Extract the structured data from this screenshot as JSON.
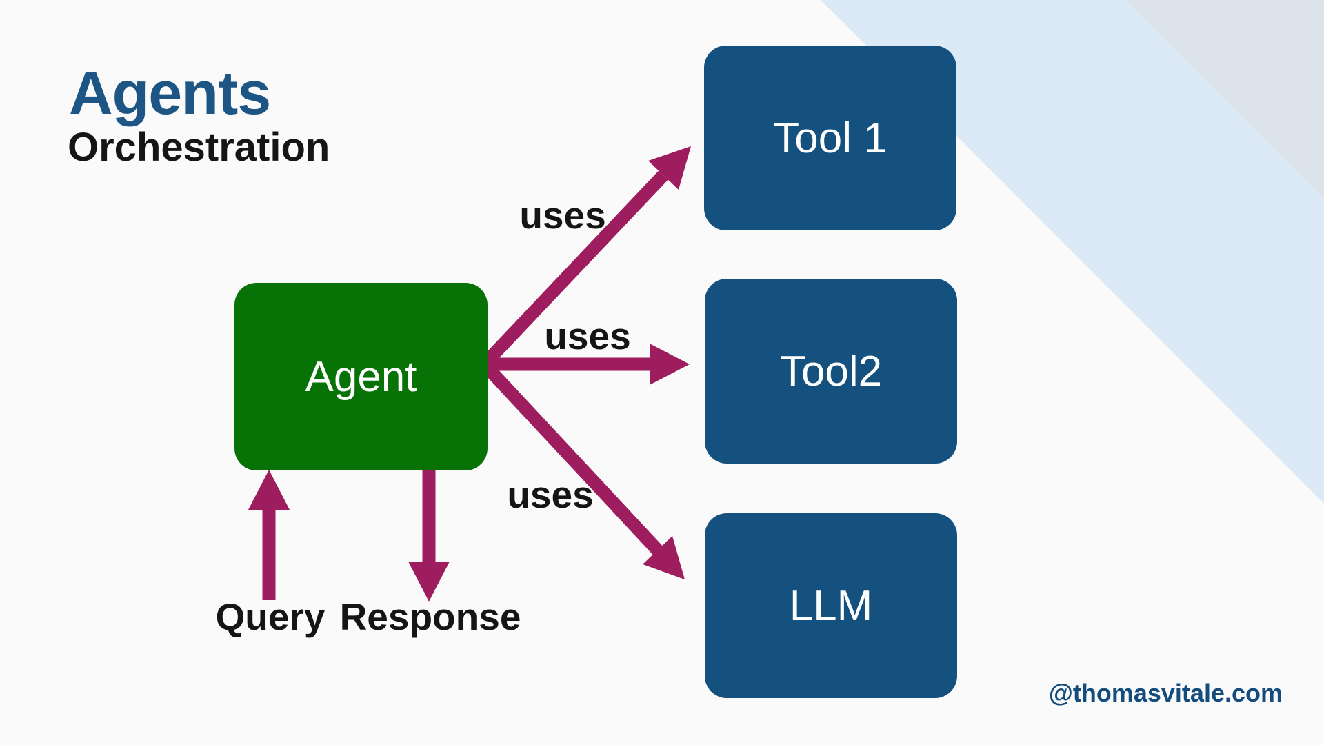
{
  "slide": {
    "title": "Agents",
    "subtitle": "Orchestration",
    "footer": "@thomasvitale.com"
  },
  "diagram": {
    "agent": {
      "label": "Agent"
    },
    "targets": [
      {
        "label": "Tool 1"
      },
      {
        "label": "Tool2"
      },
      {
        "label": "LLM"
      }
    ],
    "edges": [
      {
        "from": "Agent",
        "to": "Tool 1",
        "label": "uses"
      },
      {
        "from": "Agent",
        "to": "Tool2",
        "label": "uses"
      },
      {
        "from": "Agent",
        "to": "LLM",
        "label": "uses"
      }
    ],
    "io": [
      {
        "label": "Query",
        "direction": "into-agent"
      },
      {
        "label": "Response",
        "direction": "out-of-agent"
      }
    ]
  },
  "colors": {
    "background": "#FAFAFB",
    "title_blue": "#1D5685",
    "text_black": "#151515",
    "agent_green": "#077307",
    "tool_blue": "#14517E",
    "arrow_magenta": "#9E1D5E",
    "footer_blue": "#134C7D",
    "corner_stripe_light_blue": "#DBEAF6",
    "corner_stripe_gray": "#DBE2E9",
    "node_text": "#FFFFFF"
  }
}
